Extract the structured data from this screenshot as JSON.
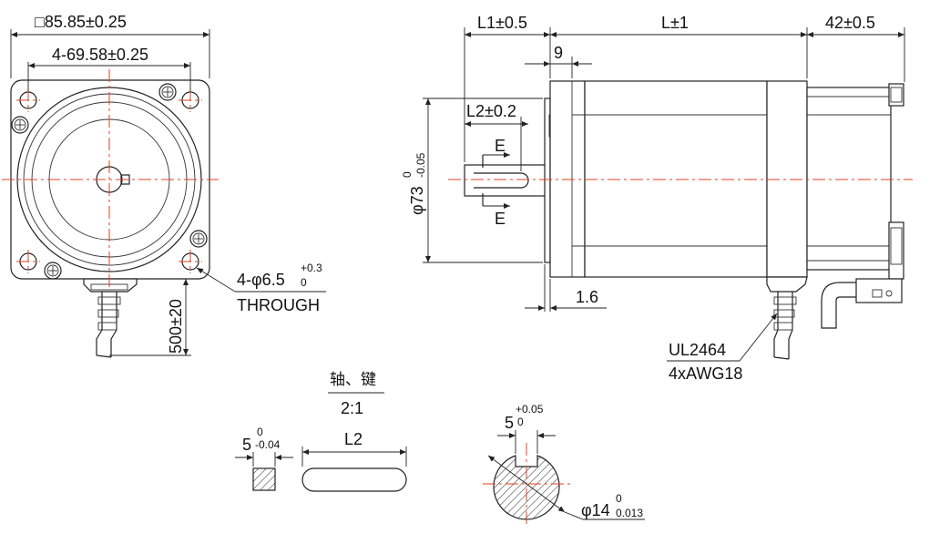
{
  "front_view": {
    "square_size": "□85.85±0.25",
    "hole_spacing": "4-69.58±0.25",
    "hole_callout": "4-φ6.5",
    "hole_tol_upper": "+0.3",
    "hole_tol_lower": "0",
    "hole_note": "THROUGH",
    "lead_length": "500±20"
  },
  "side_view": {
    "shaft_length": "L1±0.5",
    "body_length": "L±1",
    "rear_length": "42±0.5",
    "flat_offset": "9",
    "key_length": "L2±0.2",
    "key_mark_top": "E",
    "key_mark_bottom": "E",
    "pilot_diameter": "φ73",
    "pilot_tol_upper": "0",
    "pilot_tol_lower": "-0.05",
    "flange_thickness": "1.6",
    "cable_type": "UL2464",
    "cable_gauge": "4xAWG18"
  },
  "detail_views": {
    "title": "轴、键",
    "scale": "2:1",
    "key_width": "5",
    "key_tol_upper": "0",
    "key_tol_lower": "-0.04",
    "key_length": "L2",
    "slot_width": "5",
    "slot_tol_upper": "+0.05",
    "slot_tol_lower": "0",
    "shaft_diameter": "φ14",
    "shaft_tol_upper": "0",
    "shaft_tol_lower": "0.013"
  },
  "colors": {
    "centerline": "#e04020",
    "line": "#222222"
  }
}
